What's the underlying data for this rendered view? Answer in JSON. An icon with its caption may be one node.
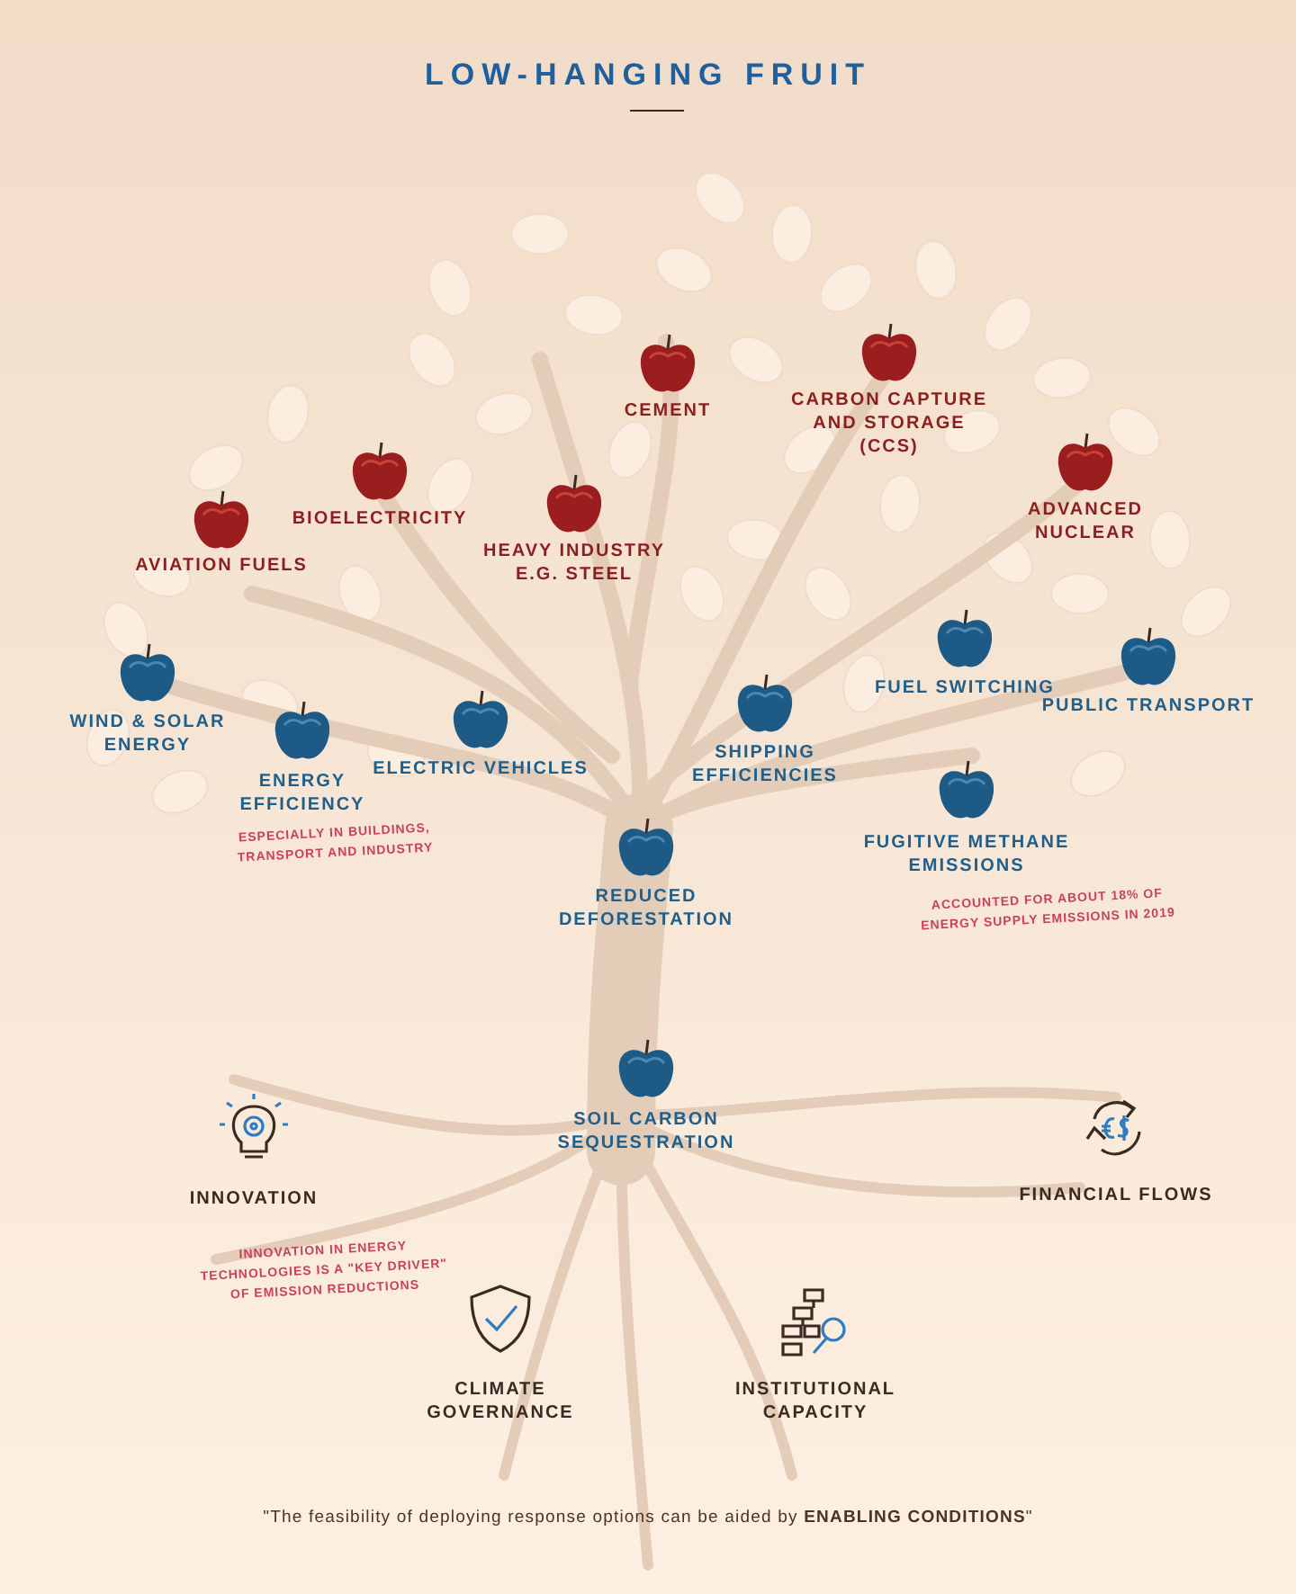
{
  "diagram": {
    "title": "LOW-HANGING FRUIT",
    "caption": "\"The feasibility of deploying response options can be aided by **ENABLING CONDITIONS**\"",
    "labels": [
      "CEMENT",
      "CARBON CAPTURE AND STORAGE (CCS)",
      "BIOELECTRICITY",
      "ADVANCED NUCLEAR",
      "AVIATION FUELS",
      "HEAVY INDUSTRY E.G. STEEL",
      "FUEL SWITCHING",
      "PUBLIC TRANSPORT",
      "WIND & SOLAR ENERGY",
      "SHIPPING EFFICIENCIES",
      "ENERGY EFFICIENCY",
      "ELECTRIC VEHICLES",
      "ESPECIALLY IN BUILDINGS, TRANSPORT AND INDUSTRY",
      "FUGITIVE METHANE EMISSIONS",
      "REDUCED DEFORESTATION",
      "ACCOUNTED FOR ABOUT 18% OF ENERGY SUPPLY EMISSIONS IN 2019",
      "SOIL CARBON SEQUESTRATION",
      "INNOVATION",
      "FINANCIAL FLOWS",
      "INNOVATION IN ENERGY TECHNOLOGIES IS A \"KEY DRIVER\" OF EMISSION REDUCTIONS",
      "CLIMATE GOVERNANCE",
      "INSTITUTIONAL CAPACITY"
    ]
  }
}
